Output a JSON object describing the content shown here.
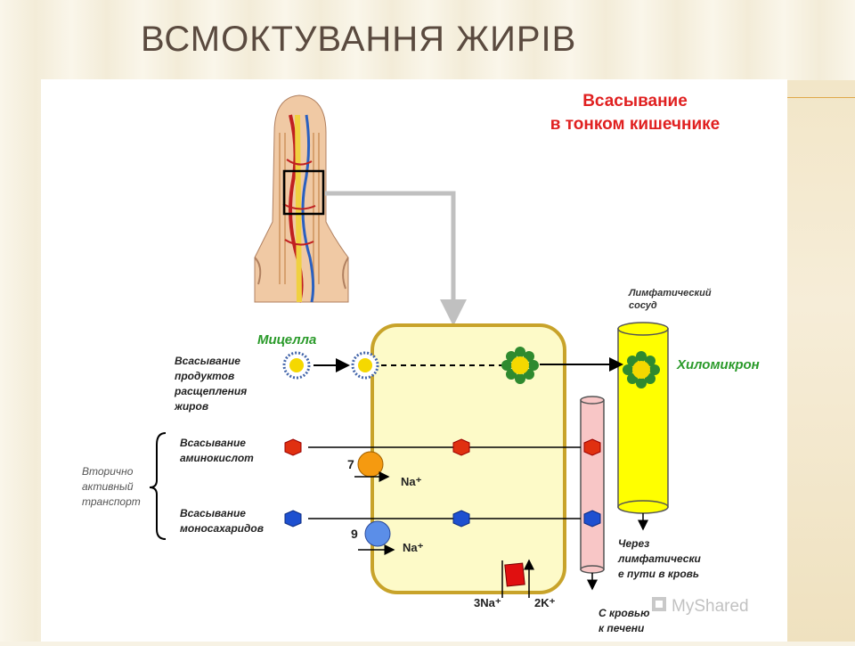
{
  "slide": {
    "title": "ВСМОКТУВАННЯ ЖИРІВ"
  },
  "diagram": {
    "heading_line1": "Всасывание",
    "heading_line2": "в тонком кишечнике",
    "micelle_label": "Мицелла",
    "fat_absorption": [
      "Всасывание",
      "продуктов",
      "расщепления",
      "жиров"
    ],
    "lymph_vessel": [
      "Лимфатический",
      "сосуд"
    ],
    "chylomicron_label": "Хиломикрон",
    "amino_absorption": [
      "Всасывание",
      "аминокислот"
    ],
    "mono_absorption": [
      "Всасывание",
      "моносахаридов"
    ],
    "secondary_transport": [
      "Вторично",
      "активный",
      "транспорт"
    ],
    "carrier_7_number": "7",
    "carrier_9_number": "9",
    "na_label_1": "Na⁺",
    "na_label_2": "Na⁺",
    "pump_na_label": "3Na⁺",
    "pump_k_label": "2K⁺",
    "lymph_to_blood": [
      "Через",
      "лимфатически",
      "е пути в кровь"
    ],
    "blood_to_liver": [
      "С кровью",
      "к печени"
    ],
    "watermark": "MyShared",
    "colors": {
      "heading": "#e02020",
      "micelle_text": "#2a9a2a",
      "chylomicron_text": "#2a9a2a",
      "cell_fill": "#fdfac8",
      "cell_border": "#c8a32a",
      "lymph_fill": "#ffff00",
      "blood_fill": "#f8c6c6",
      "amino_acid": "#e03010",
      "monosaccharide": "#1e50d0",
      "carrier_7": "#f59a10",
      "carrier_9": "#5b8ee8",
      "pump": "#e01010",
      "chylomicron_core": "#f5d800",
      "chylomicron_shell": "#2f8a2f"
    }
  }
}
